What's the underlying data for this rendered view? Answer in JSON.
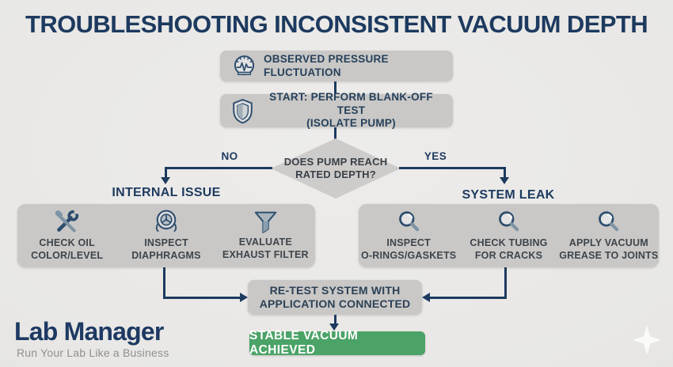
{
  "page": {
    "title": "TROUBLESHOOTING INCONSISTENT VACUUM DEPTH"
  },
  "flow": {
    "observed": {
      "label": "OBSERVED PRESSURE FLUCTUATION",
      "icon": "gauge-icon"
    },
    "start": {
      "line1": "START: PERFORM BLANK-OFF TEST",
      "line2": "(ISOLATE PUMP)",
      "icon": "shield-icon"
    },
    "decision": {
      "line1": "DOES PUMP REACH",
      "line2": "RATED DEPTH?"
    },
    "no_label": "NO",
    "yes_label": "YES",
    "internal": {
      "header": "INTERNAL ISSUE",
      "items": [
        {
          "icon": "tools-icon",
          "line1": "CHECK OIL",
          "line2": "COLOR/LEVEL"
        },
        {
          "icon": "diaphragm-icon",
          "line1": "INSPECT",
          "line2": "DIAPHRAGMS"
        },
        {
          "icon": "funnel-icon",
          "line1": "EVALUATE",
          "line2": "EXHAUST FILTER"
        }
      ]
    },
    "leak": {
      "header": "SYSTEM LEAK",
      "items": [
        {
          "icon": "magnifier-icon",
          "line1": "INSPECT",
          "line2": "O-RINGS/GASKETS"
        },
        {
          "icon": "magnifier-icon",
          "line1": "CHECK TUBING",
          "line2": "FOR CRACKS"
        },
        {
          "icon": "magnifier-icon",
          "line1": "APPLY VACUUM",
          "line2": "GREASE TO JOINTS"
        }
      ]
    },
    "retest": {
      "line1": "RE-TEST SYSTEM WITH",
      "line2": "APPLICATION CONNECTED"
    },
    "success": {
      "label": "STABLE VACUUM ACHIEVED"
    }
  },
  "branding": {
    "logo": "Lab Manager",
    "tagline": "Run Your Lab Like a Business",
    "watermark_icon": "sparkle-icon"
  },
  "colors": {
    "background": "#e8e7e5",
    "navy": "#1d3a5f",
    "box_gray": "#c9c8c6",
    "green": "#4ba367",
    "text_dark": "#3e444b",
    "tagline_gray": "#90908e"
  }
}
